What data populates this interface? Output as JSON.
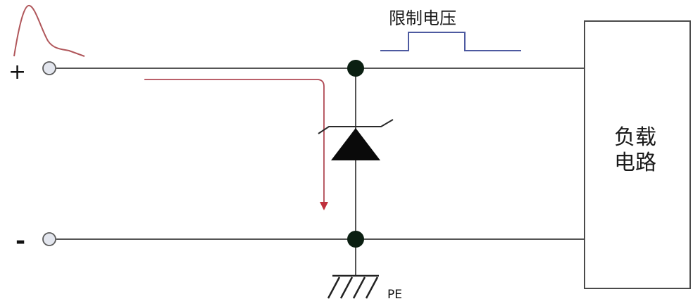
{
  "labels": {
    "plus": "+",
    "minus": "-",
    "limited_voltage": "限制电压",
    "load_line1": "负载",
    "load_line2": "电路",
    "pe": "PE"
  },
  "colors": {
    "wire": "#555555",
    "surge_pulse": "#b0565a",
    "clamp_waveform": "#4d5aa0",
    "current_arrow": "#c0303c",
    "node": "#0b1f12",
    "terminal_fill": "#e3e6ee"
  }
}
